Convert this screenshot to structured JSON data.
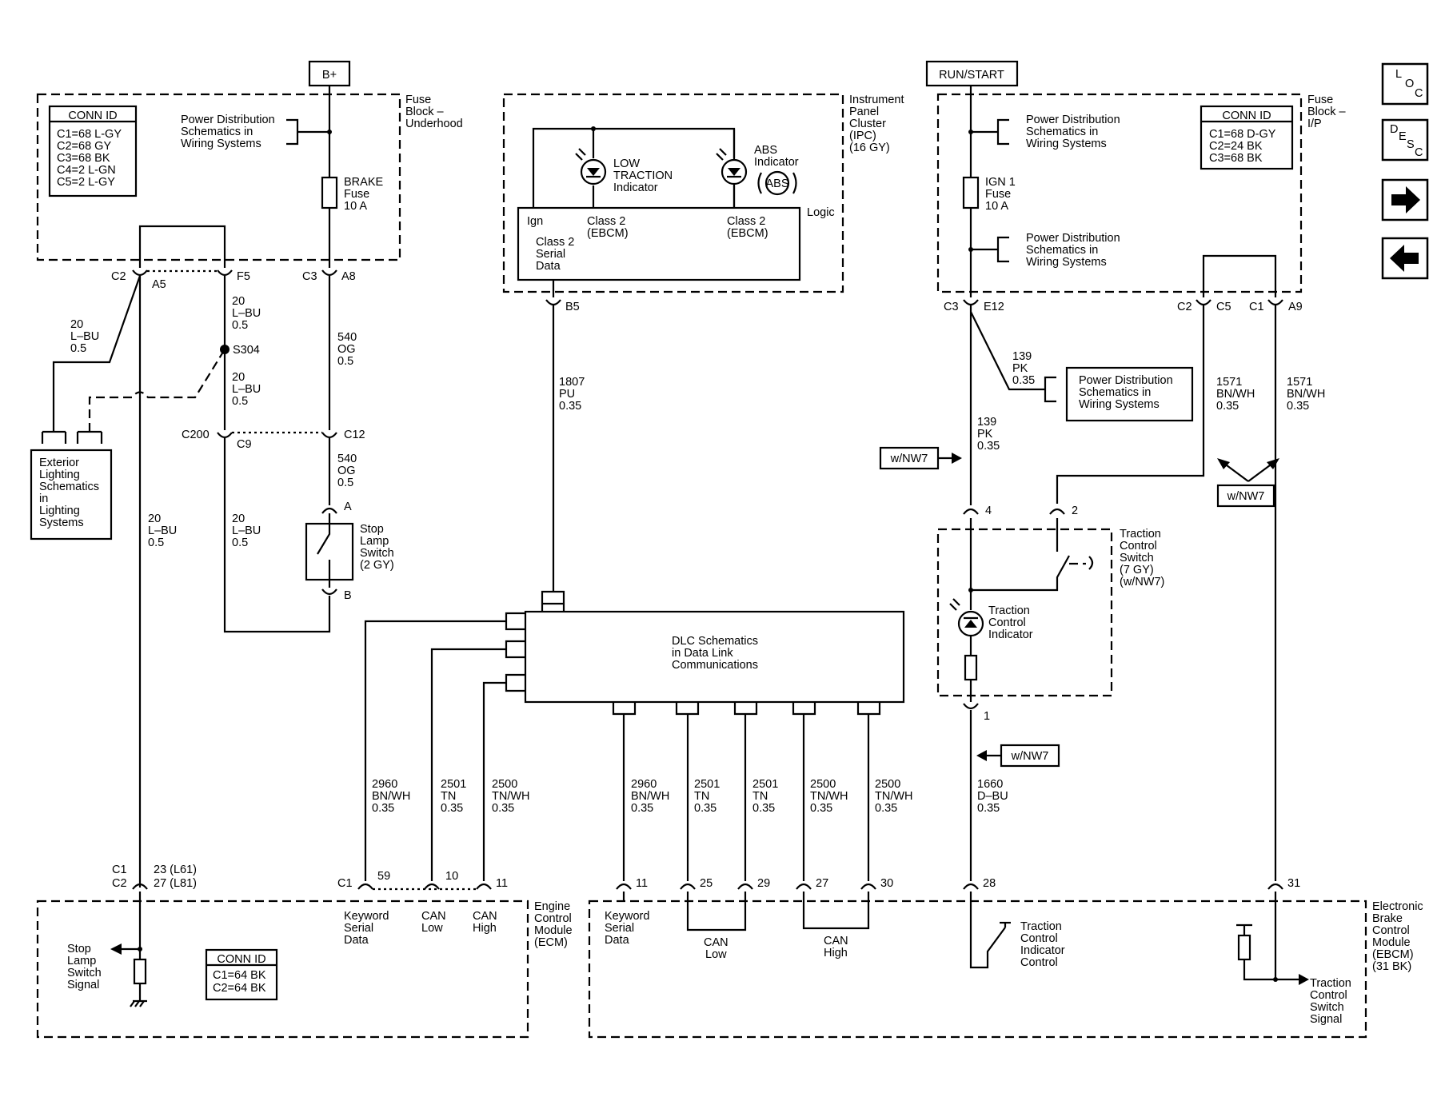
{
  "bplus_label": "B+",
  "runstart_label": "RUN/START",
  "fuse_block_underhood": {
    "lines": [
      "Fuse",
      "Block –",
      "Underhood"
    ],
    "conn_id_title": "CONN ID",
    "conn_ids": [
      "C1=68 L-GY",
      "C2=68 GY",
      "C3=68 BK",
      "C4=2 L-GN",
      "C5=2 L-GY"
    ],
    "pds_lines": [
      "Power Distribution",
      "Schematics in",
      "Wiring Systems"
    ],
    "fuse_lines": [
      "BRAKE",
      "Fuse",
      "10 A"
    ]
  },
  "ipc": {
    "lines": [
      "Instrument",
      "Panel",
      "Cluster",
      "(IPC)",
      "(16 GY)"
    ],
    "low_traction_lines": [
      "LOW",
      "TRACTION",
      "Indicator"
    ],
    "abs_lines": [
      "ABS",
      "Indicator"
    ],
    "abs_symbol": "ABS",
    "ign": "Ign",
    "class2_a_lines": [
      "Class 2",
      "(EBCM)"
    ],
    "class2_b_lines": [
      "Class 2",
      "(EBCM)"
    ],
    "logic": "Logic",
    "serial_lines": [
      "Class 2",
      "Serial",
      "Data"
    ],
    "pin": "B5"
  },
  "fuse_block_ip": {
    "lines": [
      "Fuse",
      "Block –",
      "I/P"
    ],
    "conn_id_title": "CONN ID",
    "conn_ids": [
      "C1=68 D-GY",
      "C2=24 BK",
      "C3=68 BK"
    ],
    "pds_top_lines": [
      "Power Distribution",
      "Schematics in",
      "Wiring Systems"
    ],
    "pds_mid_lines": [
      "Power Distribution",
      "Schematics in",
      "Wiring Systems"
    ],
    "fuse_lines": [
      "IGN 1",
      "Fuse",
      "10 A"
    ]
  },
  "connectors": {
    "c2": "C2",
    "a5": "A5",
    "f5": "F5",
    "c3_left": "C3",
    "a8": "A8",
    "s304": "S304",
    "c200": "C200",
    "c9": "C9",
    "c12": "C12",
    "a": "A",
    "b": "B",
    "c3_right": "C3",
    "e12": "E12",
    "c2_right": "C2",
    "c5": "C5",
    "c1_right": "C1",
    "a9": "A9",
    "pin4": "4",
    "pin2": "2",
    "pin1": "1",
    "ecm_c1": "C1",
    "ecm_c2": "C2",
    "ecm_23": "23 (L61)",
    "ecm_27": "27 (L81)",
    "ecm_c1b": "C1",
    "ecm_59": "59",
    "ecm_10": "10",
    "ecm_11": "11",
    "ebcm_11": "11",
    "ebcm_25": "25",
    "ebcm_29": "29",
    "ebcm_27": "27",
    "ebcm_30": "30",
    "ebcm_28": "28",
    "ebcm_31": "31"
  },
  "wires": {
    "w_lbu_left": [
      "20",
      "L–BU",
      "0.5"
    ],
    "w_lbu_f5": [
      "20",
      "L–BU",
      "0.5"
    ],
    "w_lbu_s304": [
      "20",
      "L–BU",
      "0.5"
    ],
    "w_540_top": [
      "540",
      "OG",
      "0.5"
    ],
    "w_540_bot": [
      "540",
      "OG",
      "0.5"
    ],
    "w_lbu_long": [
      "20",
      "L–BU",
      "0.5"
    ],
    "w_lbu_c9": [
      "20",
      "L–BU",
      "0.5"
    ],
    "w_1807": [
      "1807",
      "PU",
      "0.35"
    ],
    "w_139_a": [
      "139",
      "PK",
      "0.35"
    ],
    "w_139_b": [
      "139",
      "PK",
      "0.35"
    ],
    "w_1571_a": [
      "1571",
      "BN/WH",
      "0.35"
    ],
    "w_1571_b": [
      "1571",
      "BN/WH",
      "0.35"
    ],
    "w_2960_a": [
      "2960",
      "BN/WH",
      "0.35"
    ],
    "w_2501_a": [
      "2501",
      "TN",
      "0.35"
    ],
    "w_2500_a": [
      "2500",
      "TN/WH",
      "0.35"
    ],
    "w_2960_b": [
      "2960",
      "BN/WH",
      "0.35"
    ],
    "w_2501_b": [
      "2501",
      "TN",
      "0.35"
    ],
    "w_2501_c": [
      "2501",
      "TN",
      "0.35"
    ],
    "w_2500_b": [
      "2500",
      "TN/WH",
      "0.35"
    ],
    "w_2500_c": [
      "2500",
      "TN/WH",
      "0.35"
    ],
    "w_1660": [
      "1660",
      "D–BU",
      "0.35"
    ]
  },
  "exterior_lighting_lines": [
    "Exterior",
    "Lighting",
    "Schematics",
    "in",
    "Lighting",
    "Systems"
  ],
  "stop_lamp_switch_lines": [
    "Stop",
    "Lamp",
    "Switch",
    "(2 GY)"
  ],
  "pds_middle_lines": [
    "Power Distribution",
    "Schematics in",
    "Wiring Systems"
  ],
  "dlc_lines": [
    "DLC Schematics",
    "in Data Link",
    "Communications"
  ],
  "nw7_a": "w/NW7",
  "nw7_b": "w/NW7",
  "nw7_c": "w/NW7",
  "traction_switch_lines": [
    "Traction",
    "Control",
    "Switch",
    "(7 GY)",
    "(w/NW7)"
  ],
  "traction_indicator_lines": [
    "Traction",
    "Control",
    "Indicator"
  ],
  "ecm": {
    "lines": [
      "Engine",
      "Control",
      "Module",
      "(ECM)"
    ],
    "stop_lamp_signal_lines": [
      "Stop",
      "Lamp",
      "Switch",
      "Signal"
    ],
    "conn_id_title": "CONN ID",
    "conn_ids": [
      "C1=64 BK",
      "C2=64 BK"
    ],
    "keyword_lines": [
      "Keyword",
      "Serial",
      "Data"
    ],
    "can_low_lines": [
      "CAN",
      "Low"
    ],
    "can_high_lines": [
      "CAN",
      "High"
    ]
  },
  "ebcm": {
    "lines": [
      "Electronic",
      "Brake",
      "Control",
      "Module",
      "(EBCM)",
      "(31 BK)"
    ],
    "keyword_lines": [
      "Keyword",
      "Serial",
      "Data"
    ],
    "can_low_lines": [
      "CAN",
      "Low"
    ],
    "can_high_lines": [
      "CAN",
      "High"
    ],
    "tc_indicator_control_lines": [
      "Traction",
      "Control",
      "Indicator",
      "Control"
    ],
    "tc_switch_signal_lines": [
      "Traction",
      "Control",
      "Switch",
      "Signal"
    ]
  },
  "nav": {
    "loc_letters": [
      "L",
      "O",
      "C"
    ],
    "desc_letters": [
      "D",
      "E",
      "S",
      "C"
    ],
    "next_icon": "right-arrow-icon",
    "prev_icon": "left-arrow-icon"
  }
}
